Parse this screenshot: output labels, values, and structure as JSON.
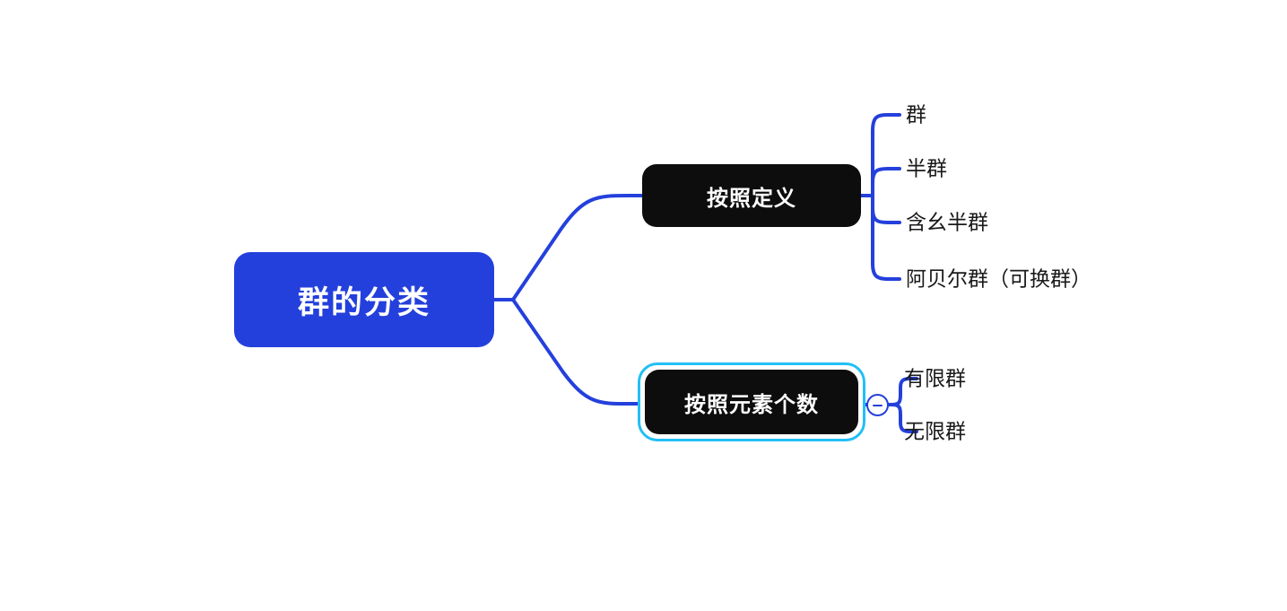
{
  "diagram": {
    "type": "mind-map",
    "title": "群的分类",
    "background_color": "#ffffff",
    "colors": {
      "root_fill": "#2440dc",
      "root_text": "#ffffff",
      "branch_fill": "#0d0d0d",
      "branch_text": "#ffffff",
      "connector": "#2440dc",
      "selection": "#22bff5",
      "leaf_text": "#1a1a1a"
    },
    "root": {
      "label": "群的分类"
    },
    "branches": [
      {
        "label": "按照定义",
        "selected": false,
        "collapsible": false,
        "children": [
          {
            "label": "群"
          },
          {
            "label": "半群"
          },
          {
            "label": "含幺半群"
          },
          {
            "label": "阿贝尔群（可换群）"
          }
        ]
      },
      {
        "label": "按照元素个数",
        "selected": true,
        "collapsible": true,
        "collapse_state": "expanded",
        "collapse_glyph": "−",
        "children": [
          {
            "label": "有限群"
          },
          {
            "label": "无限群"
          }
        ]
      }
    ]
  }
}
